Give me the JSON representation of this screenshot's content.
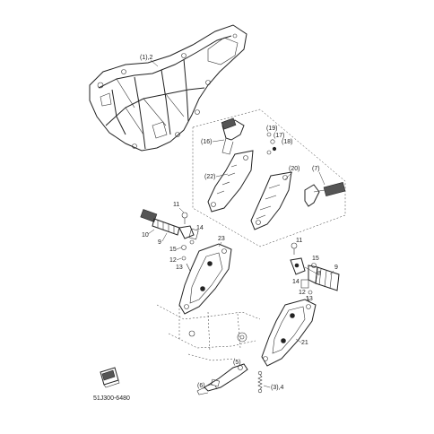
{
  "labels": {
    "frame": "(1),2",
    "p16_top": "(16)",
    "p19": "(19)",
    "p17": "(17)",
    "p18": "(18)",
    "p22": "(22)",
    "p20": "(20)",
    "p7": "(7)",
    "p11_left": "11",
    "p10": "10",
    "p9_left": "9",
    "p14_left": "14",
    "p15_left": "15",
    "p12_left": "12",
    "p13_left": "13",
    "p23": "23",
    "p11_right": "11",
    "p15_right": "15",
    "p9_right": "9",
    "p8": "8",
    "p14_right": "14",
    "p12_right": "12",
    "p13_right": "13",
    "p21": "21",
    "p5": "(5)",
    "p6_bottom": "(6)",
    "p3_4": "(3),4"
  },
  "diagram_code": "51J300-6480"
}
